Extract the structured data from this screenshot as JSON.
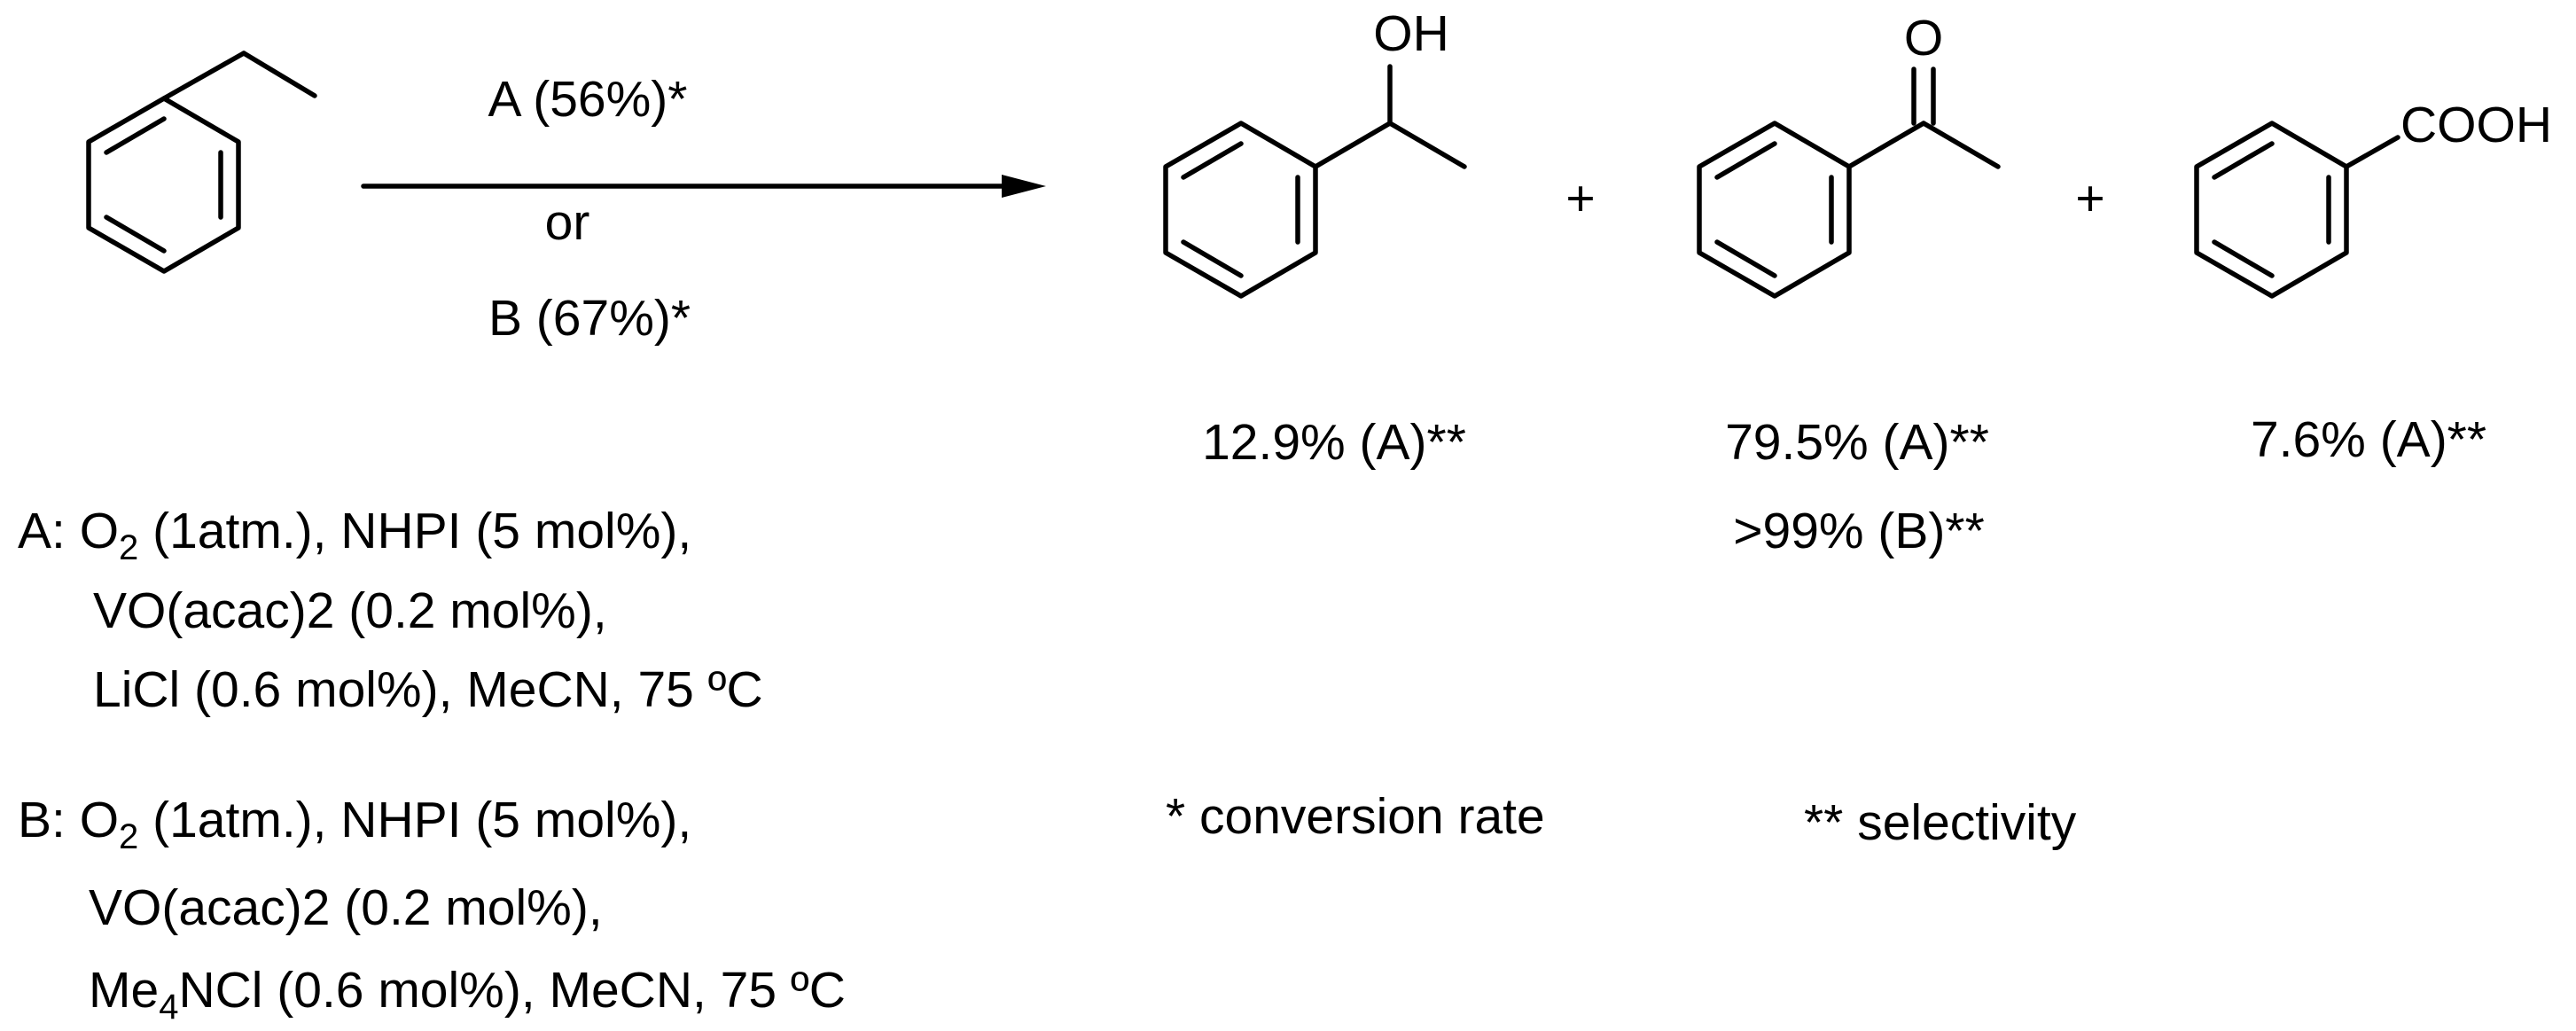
{
  "reaction": {
    "arrow_conditions": {
      "condition_a": "A (56%)*",
      "or_text": "or",
      "condition_b": "B (67%)*"
    },
    "plus_signs": [
      "+",
      "+"
    ],
    "products": [
      {
        "atom_label": "OH",
        "selectivity_lines": [
          "12.9% (A)**"
        ]
      },
      {
        "atom_label": "O",
        "selectivity_lines": [
          "79.5% (A)**",
          ">99% (B)**"
        ]
      },
      {
        "atom_label": "COOH",
        "selectivity_lines": [
          "7.6% (A)**"
        ]
      }
    ]
  },
  "conditions": {
    "A": {
      "prefix": "A: O",
      "o2_subscript": "2",
      "line1_rest": " (1atm.), NHPI (5 mol%),",
      "line2": "VO(acac)2 (0.2 mol%),",
      "line3": "LiCl (0.6 mol%), MeCN, 75 ºC"
    },
    "B": {
      "prefix": "B: O",
      "o2_subscript": "2",
      "line1_rest": " (1atm.), NHPI (5 mol%),",
      "line2": "VO(acac)2 (0.2 mol%),",
      "line3_pre": "Me",
      "line3_subscript": "4",
      "line3_post": "NCl (0.6 mol%), MeCN, 75 ºC"
    }
  },
  "footnotes": {
    "single_star": "* conversion rate",
    "double_star": "** selectivity"
  }
}
